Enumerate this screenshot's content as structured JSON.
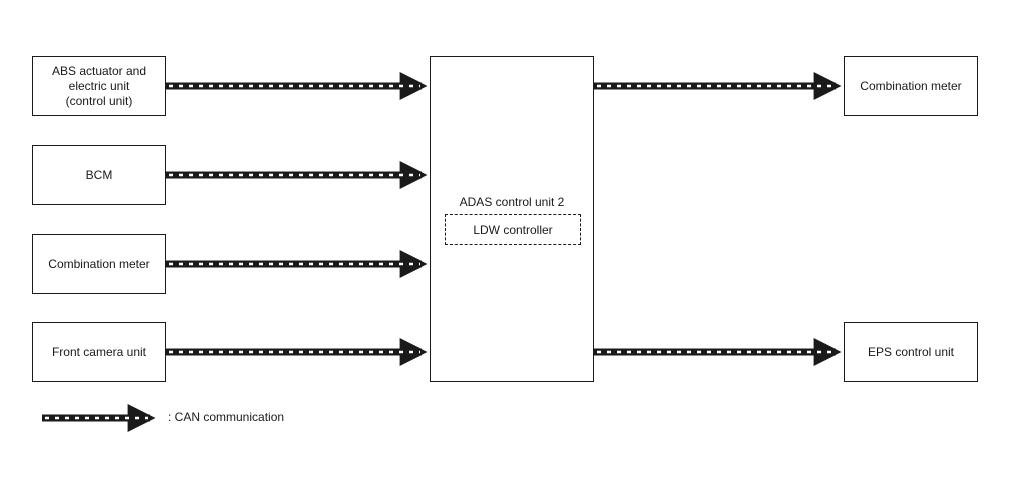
{
  "inputs": [
    {
      "label": "ABS actuator and\nelectric unit\n(control unit)"
    },
    {
      "label": "BCM"
    },
    {
      "label": "Combination meter"
    },
    {
      "label": "Front camera unit"
    }
  ],
  "center": {
    "title": "ADAS control unit 2",
    "sub": "LDW controller"
  },
  "outputs": [
    {
      "label": "Combination meter"
    },
    {
      "label": "EPS control unit"
    }
  ],
  "legend": {
    "text": ": CAN communication"
  },
  "colors": {
    "line": "#1a1a1a",
    "dash": "#ffffff"
  }
}
